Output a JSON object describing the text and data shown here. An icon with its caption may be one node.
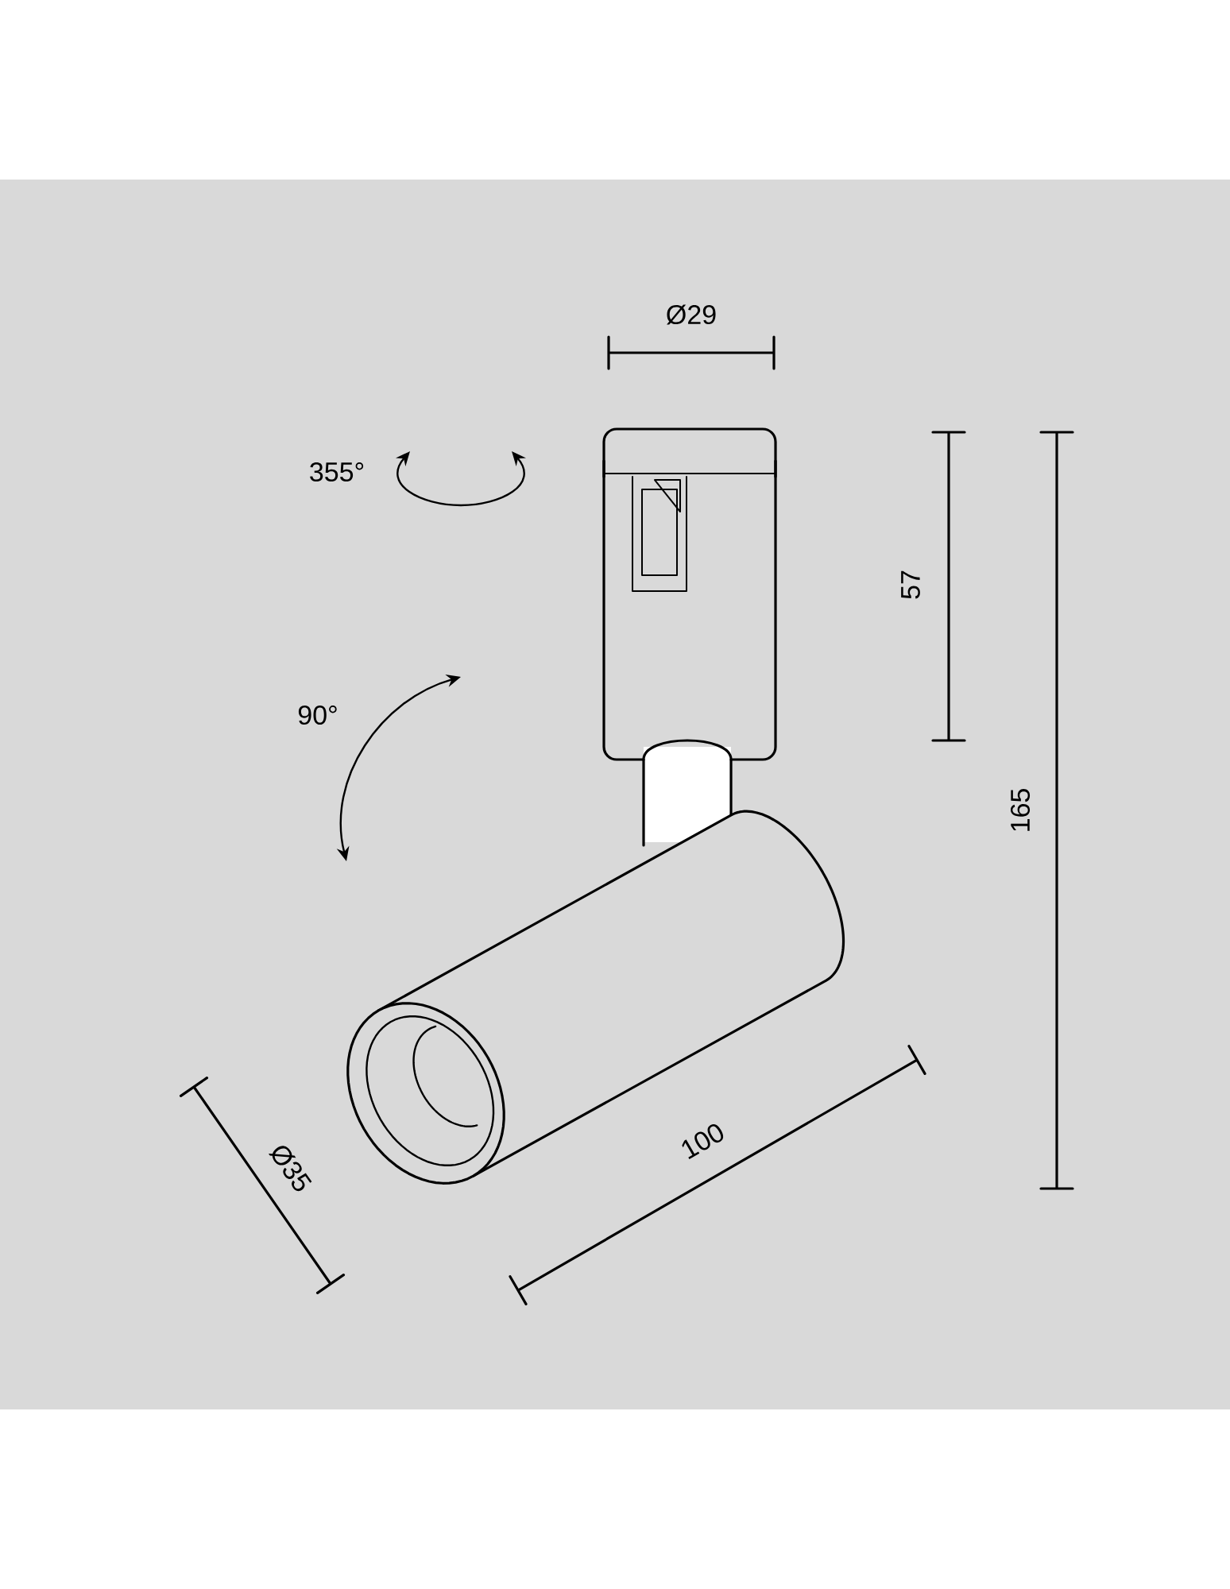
{
  "diagram": {
    "labels": [
      "Ø29",
      "355°",
      "57",
      "90°",
      "165",
      "100",
      "Ø35"
    ]
  }
}
